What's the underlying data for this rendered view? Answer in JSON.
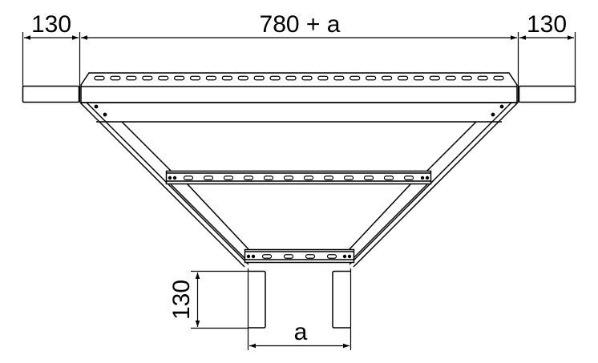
{
  "drawing": {
    "type": "cable tray reducer technical drawing",
    "line_color": "#000000",
    "background": "#ffffff",
    "dimensions": {
      "top_left": "130",
      "top_center": "780 + a",
      "top_right": "130",
      "bottom_height": "130",
      "bottom_width": "a"
    },
    "top_rail_slot_count": 26,
    "middle_rung_slot_count": 12,
    "bottom_rung_slot_count": 4
  }
}
